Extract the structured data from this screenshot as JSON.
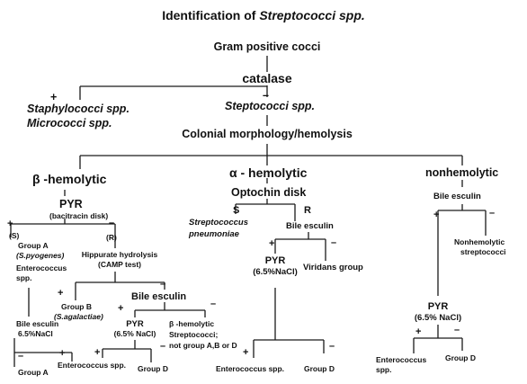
{
  "title": {
    "prefix": "Identification of ",
    "italic": "Streptococci spp."
  },
  "root": "Gram positive cocci",
  "catalase": {
    "label": "catalase",
    "pos": "+",
    "neg": "–",
    "pos_result_1": "Staphylococci spp.",
    "pos_result_2": "Micrococci spp.",
    "neg_result": "Steptococci spp."
  },
  "morphology": "Colonial morphology/hemolysis",
  "beta": {
    "label": "β -hemolytic",
    "pyr": "PYR",
    "bacitracin": "(bacitracin disk)",
    "plus": "+",
    "minus": "–",
    "s": "(S)",
    "r": "(R)",
    "group_a": "Group A",
    "s_pyogenes": "(S.pyogenes)",
    "enterococcus": "Enterococcus",
    "spp": "spp.",
    "hippurate": "Hippurate hydrolysis",
    "camp": "(CAMP test)",
    "bile_esculin_a": "Bile esculin",
    "nacl_a": "6.5%NaCl",
    "hip_plus": "+",
    "hip_minus": "–",
    "group_b": "Group B",
    "s_agalactiae": "(S.agalactiae)",
    "bile_esculin_b": "Bile esculin",
    "be_plus": "+",
    "be_minus": "–",
    "pyr_b": "PYR",
    "nacl_b": "(6.5% NaCl)",
    "pyr_b_plus": "+",
    "pyr_b_minus": "–",
    "beta_other_1": "β -hemolytic",
    "beta_other_2": "Streptococci;",
    "beta_other_3": "not group A,B or D",
    "left_minus": "–",
    "left_plus": "+",
    "result_group_a": "Group A",
    "result_enterococcus": "Enterococcus spp.",
    "result_group_d": "Group D"
  },
  "alpha": {
    "label": "α - hemolytic",
    "optochin": "Optochin disk",
    "s": "S",
    "r": "R",
    "strep_1": "Streptococcus",
    "strep_2": "pneumoniae",
    "bile_esculin": "Bile esculin",
    "plus": "+",
    "minus": "–",
    "pyr": "PYR",
    "nacl": "(6.5%NaCl)",
    "viridans": "Viridans group",
    "pyr_plus": "+",
    "pyr_minus": "–",
    "result_enterococcus": "Enterococcus spp.",
    "result_group_d": "Group D"
  },
  "non": {
    "label": "nonhemolytic",
    "bile_esculin": "Bile esculin",
    "plus": "+",
    "minus": "–",
    "nonhemo_1": "Nonhemolytic",
    "nonhemo_2": "streptococci",
    "pyr": "PYR",
    "nacl": "(6.5% NaCl)",
    "pyr_plus": "+",
    "pyr_minus": "–",
    "result_enterococcus_1": "Enterococcus",
    "result_enterococcus_2": "spp.",
    "result_group_d": "Group D"
  }
}
